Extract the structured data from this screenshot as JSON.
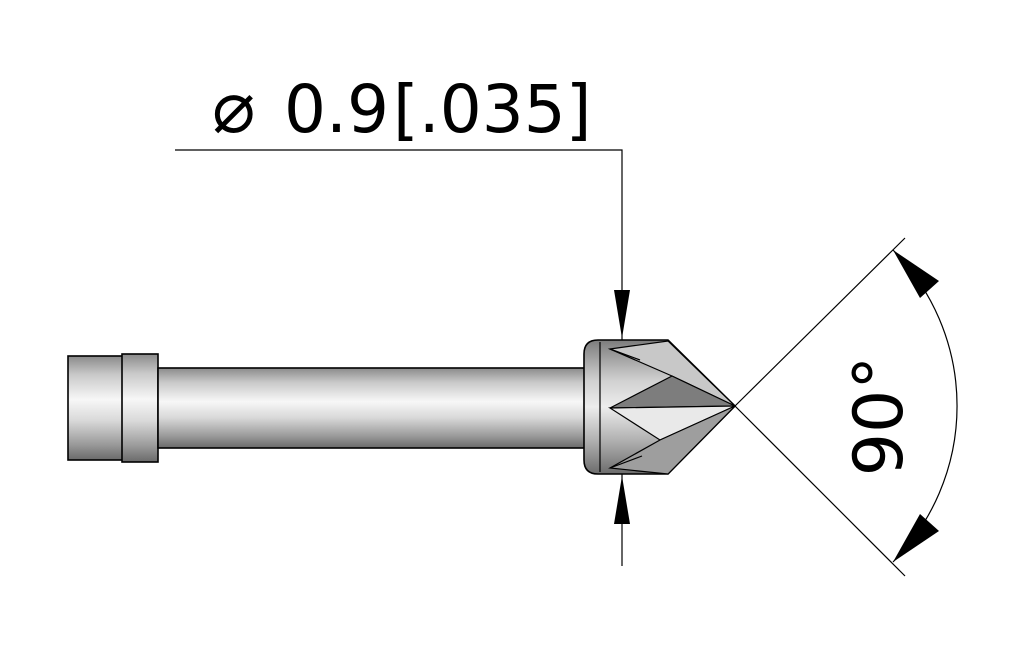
{
  "diameter_dimension": {
    "symbol": "⌀",
    "value": "0.9",
    "alt_value": "[.035]"
  },
  "angle_dimension": {
    "value": "90°"
  },
  "colors": {
    "line": "#000000",
    "metal_light": "#f2f2f2",
    "metal_mid": "#c4c4c4",
    "metal_dark": "#6e6e6e",
    "facet_dark": "#7a7a7a",
    "facet_light": "#e8e8e8"
  }
}
